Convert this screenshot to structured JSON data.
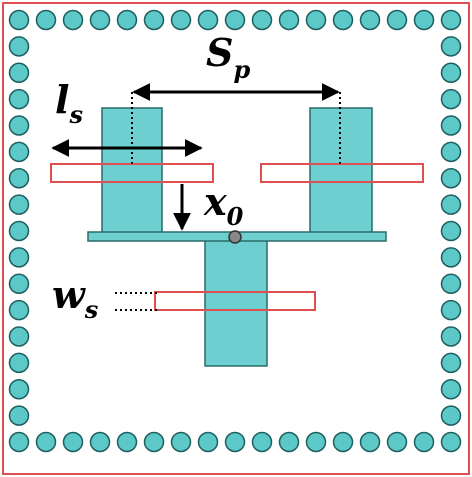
{
  "colors": {
    "board_border": "#e05050",
    "via_fill": "#5cc8c8",
    "via_stroke": "#1f5e5e",
    "patch_fill": "#6dcfcf",
    "patch_stroke": "#2a6b6b",
    "slot_stroke": "#e05050",
    "arrow": "#000000",
    "feed_point": "#888888"
  },
  "labels": {
    "sp": {
      "main": "S",
      "sub": "p"
    },
    "ls": {
      "main": "l",
      "sub": "s"
    },
    "x0": {
      "main": "x",
      "sub": "0"
    },
    "ws": {
      "main": "w",
      "sub": "s"
    }
  }
}
